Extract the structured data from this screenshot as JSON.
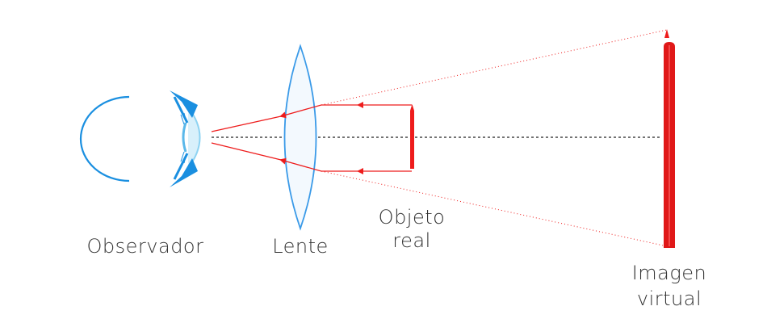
{
  "labels": {
    "observer": "Observador",
    "lens": "Lente",
    "object_line1": "Objeto",
    "object_line2": "real",
    "image_line1": "Imagen",
    "image_line2": "virtual"
  },
  "colors": {
    "ray": "#ee1c1c",
    "eye": "#1a8fe0",
    "lens_stroke": "#3a9ae8",
    "lens_fill": "#f3f9fe",
    "axis": "#222222",
    "text": "#333333"
  },
  "icons": {
    "eye": "eye-icon",
    "lens": "biconvex-lens-icon",
    "object": "pencil-object-icon",
    "image": "pencil-image-icon"
  }
}
